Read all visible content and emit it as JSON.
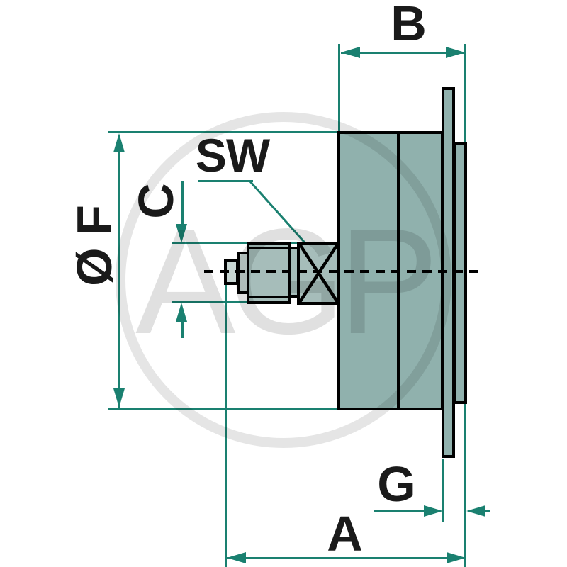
{
  "drawing": {
    "title_labels": {
      "case_depth_b": "B",
      "wrench_size_sw": "SW",
      "thread_length_c": "C",
      "diameter_f": "Ø F",
      "bezel_depth_g": "G",
      "total_depth_a": "A"
    },
    "watermark": "AGP",
    "colors": {
      "dim": "#1A8070",
      "fill": "#90B1AD",
      "fill-mid": "#A6BDBA",
      "fill-light": "#C8D6D3"
    }
  }
}
